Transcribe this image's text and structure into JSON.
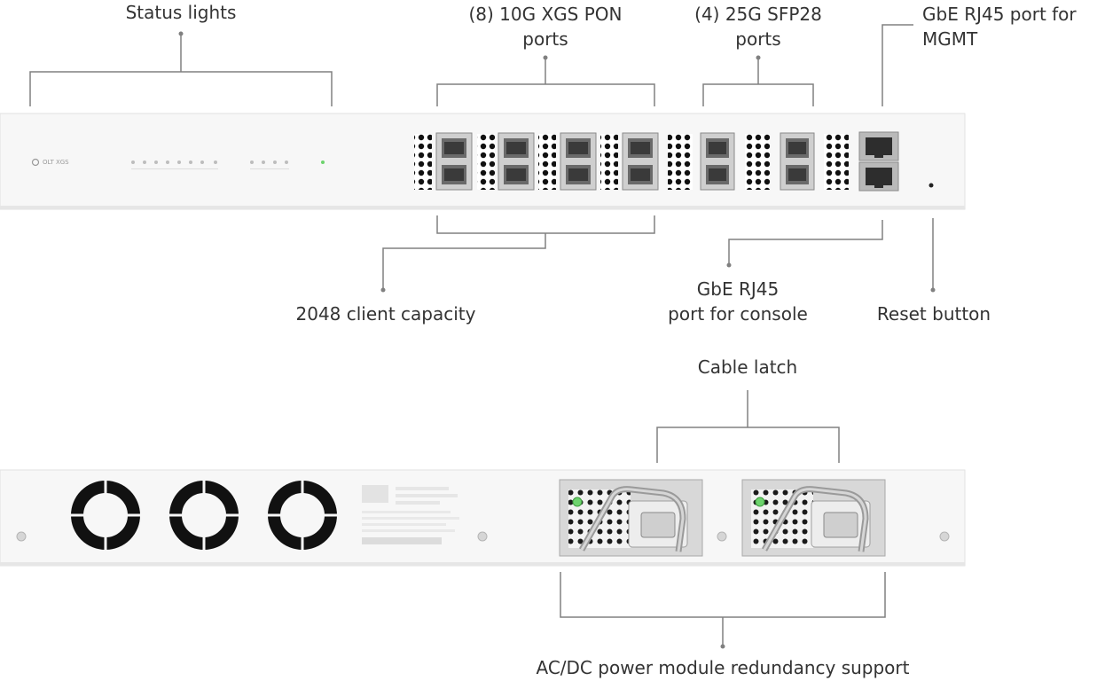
{
  "callouts": {
    "status_lights": "Status lights",
    "pon_ports_line1": "(8) 10G XGS PON",
    "pon_ports_line2": "ports",
    "sfp28_ports_line1": "(4) 25G SFP28",
    "sfp28_ports_line2": "ports",
    "mgmt_port_line1": "GbE RJ45 port for",
    "mgmt_port_line2": "MGMT",
    "client_capacity": "2048 client capacity",
    "console_port_line1": "GbE RJ45",
    "console_port_line2": "port for console",
    "reset_button": "Reset button",
    "cable_latch": "Cable latch",
    "power_redundancy": "AC/DC power module redundancy support"
  },
  "device": {
    "model_label": "OLT XGS"
  },
  "colors": {
    "chassis": "#f7f7f7",
    "chassis_edge": "#e2e2e2",
    "callout_line": "#808080",
    "text": "#333333",
    "led_green": "#6dd36d"
  },
  "icons": {
    "fan": "fan-grille-icon",
    "psu": "power-supply-icon",
    "port": "ethernet-port-icon"
  }
}
